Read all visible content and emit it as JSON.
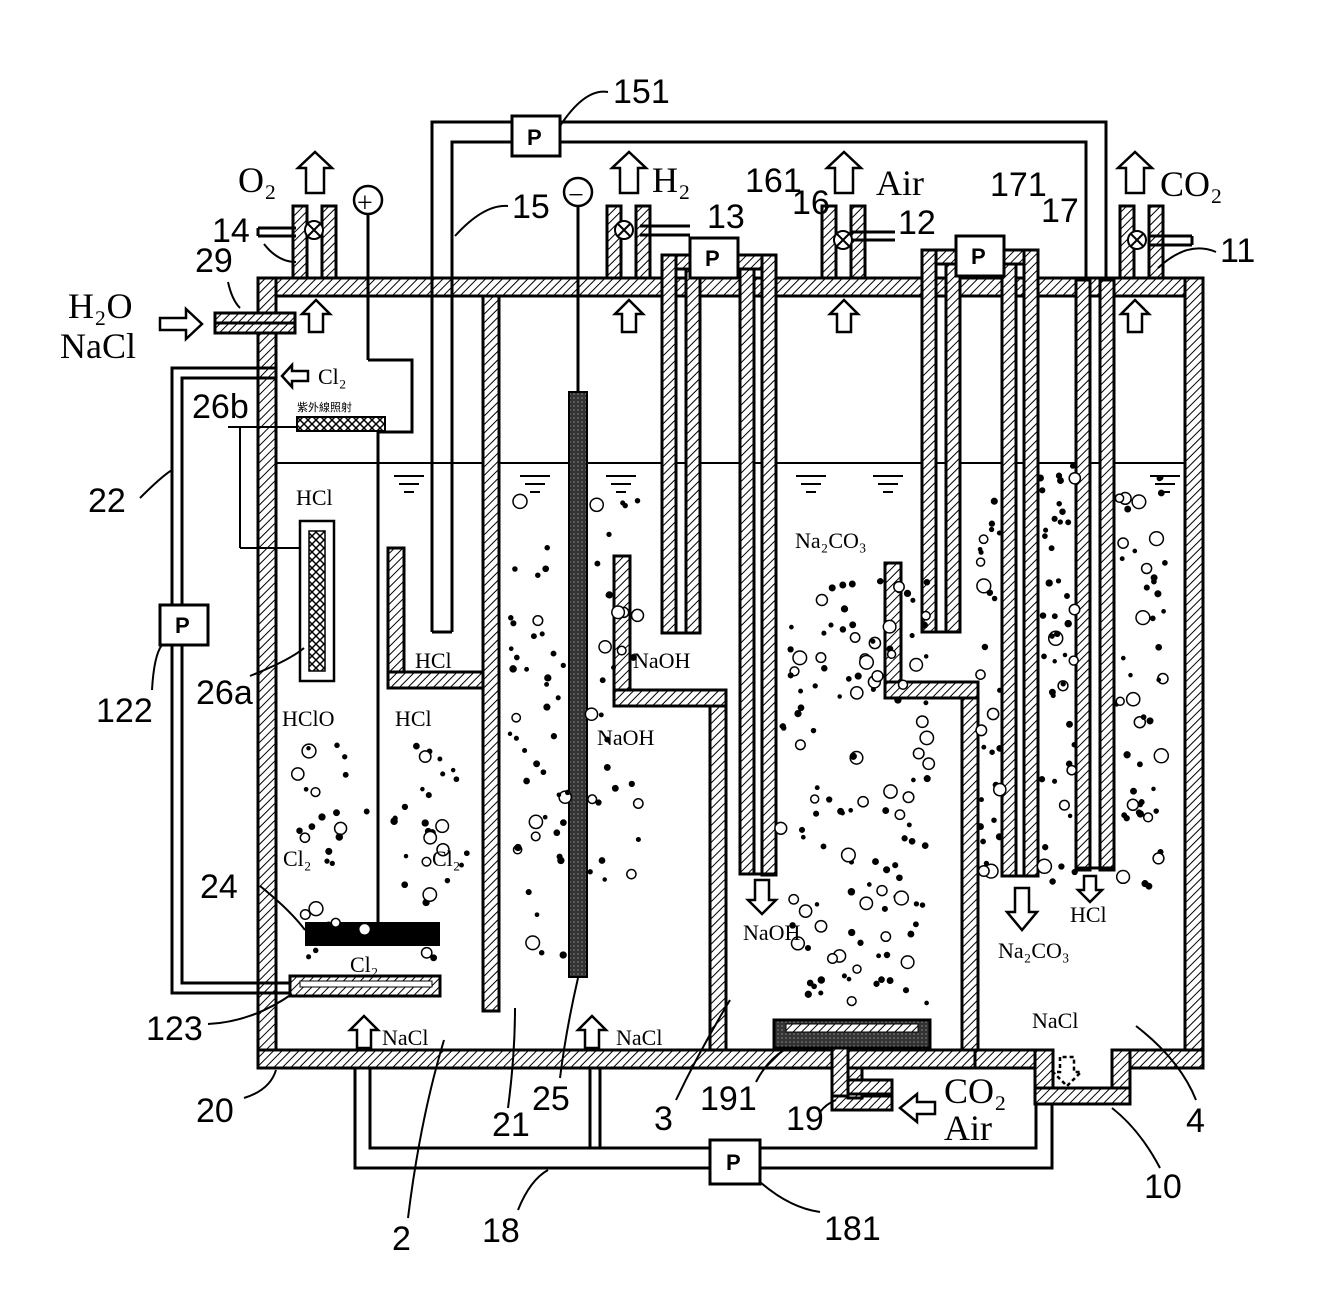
{
  "labels": {
    "l151": "151",
    "l15": "15",
    "l161": "161",
    "l16": "16",
    "l13": "13",
    "l171": "171",
    "l17": "17",
    "l12": "12",
    "l11": "11",
    "l14": "14",
    "l29": "29",
    "l26b": "26b",
    "l22": "22",
    "l122": "122",
    "l26a": "26a",
    "l24": "24",
    "l123": "123",
    "l20": "20",
    "l21": "21",
    "l25": "25",
    "l2": "2",
    "l18": "18",
    "l3": "3",
    "l191": "191",
    "l19": "19",
    "l181": "181",
    "l10": "10",
    "l4": "4"
  },
  "chemicals": {
    "o2": "O₂",
    "h2": "H₂",
    "air_top": "Air",
    "co2_top": "CO₂",
    "h2o": "H₂O",
    "nacl_in": "NaCl",
    "cl2_in": "Cl₂",
    "hcl_a": "HCl",
    "hcl_b": "HCl",
    "hcl_c": "HCl",
    "hclo": "HClO",
    "cl2_l": "Cl₂",
    "cl2_r": "Cl₂",
    "cl2_bottom": "Cl₂",
    "naoh_mid": "NaOH",
    "naoh_box": "NaOH",
    "naoh_out": "NaOH",
    "na2co3_top": "Na₂CO₃",
    "na2co3_out": "Na₂CO₃",
    "hcl_out": "HCl",
    "nacl_1": "NaCl",
    "nacl_2": "NaCl",
    "nacl_4": "NaCl",
    "co2_in": "CO₂",
    "air_in": "Air"
  },
  "pump_label": "P",
  "electrodes": {
    "anode": "+",
    "cathode": "−"
  },
  "uv_label": "紫外線照射"
}
